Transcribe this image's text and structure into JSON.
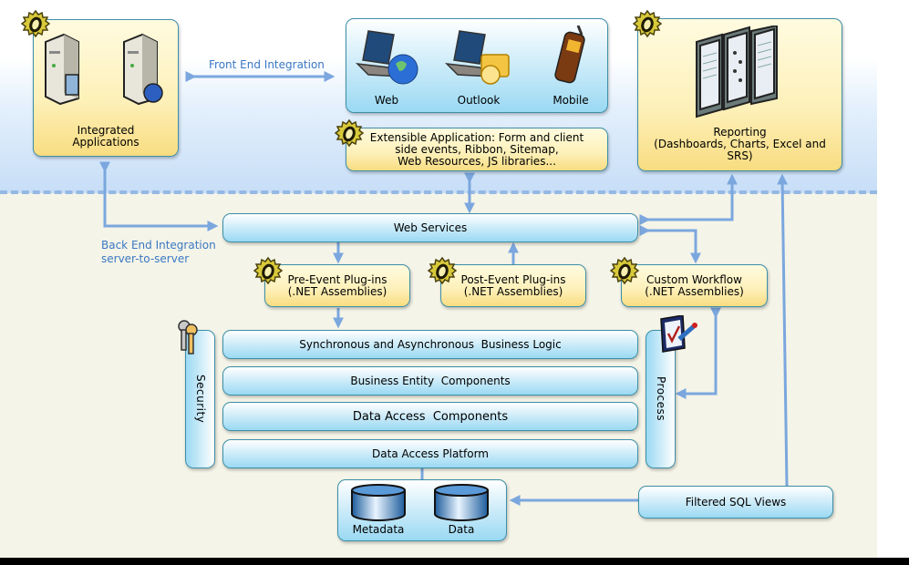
{
  "diagram": {
    "zones": {
      "top": "client-tier",
      "bottom": "server-tier"
    },
    "integrated_applications": {
      "label": "Integrated Applications",
      "icons": [
        "server-icon",
        "web-server-icon",
        "gear-icon"
      ]
    },
    "front_end_integration": {
      "label": "Front End Integration"
    },
    "back_end_integration": {
      "line1": "Back End Integration",
      "line2": "server-to-server"
    },
    "clients": {
      "items": [
        {
          "label": "Web",
          "icon": "laptop-globe-icon"
        },
        {
          "label": "Outlook",
          "icon": "laptop-outlook-icon"
        },
        {
          "label": "Mobile",
          "icon": "mobile-phone-icon"
        }
      ]
    },
    "extensible_application": {
      "line1": "Extensible Application:  Form and client",
      "line2": "side events,  Ribbon,  Sitemap,",
      "line3": "Web Resources, JS libraries..."
    },
    "reporting": {
      "line1": "Reporting",
      "line2": "(Dashboards, Charts, Excel and",
      "line3": "SRS)"
    },
    "web_services": {
      "label": "Web Services"
    },
    "pre_event_plugins": {
      "line1": "Pre-Event Plug-ins",
      "line2": "(.NET Assemblies)"
    },
    "post_event_plugins": {
      "line1": "Post-Event Plug-ins",
      "line2": "(.NET Assemblies)"
    },
    "custom_workflow": {
      "line1": "Custom Workflow",
      "line2": "(.NET Assemblies)"
    },
    "security": {
      "label": "Security",
      "icon": "keys-icon"
    },
    "process": {
      "label": "Process",
      "icon": "checklist-icon"
    },
    "layers": [
      {
        "label": "Synchronous and Asynchronous  Business Logic"
      },
      {
        "label": "Business Entity  Components"
      },
      {
        "label": "Data Access  Components"
      },
      {
        "label": "Data Access Platform"
      }
    ],
    "databases": {
      "items": [
        {
          "label": "Metadata"
        },
        {
          "label": "Data"
        }
      ]
    },
    "filtered_sql_views": {
      "label": "Filtered SQL Views"
    },
    "colors": {
      "arrow": "#7ba7de",
      "label_text": "#3b78c4",
      "box_border": "#3d8fa8",
      "yellow_box": "#fdf0b8",
      "blue_box": "#9ad9f3",
      "gear": "#c9b72a"
    }
  }
}
